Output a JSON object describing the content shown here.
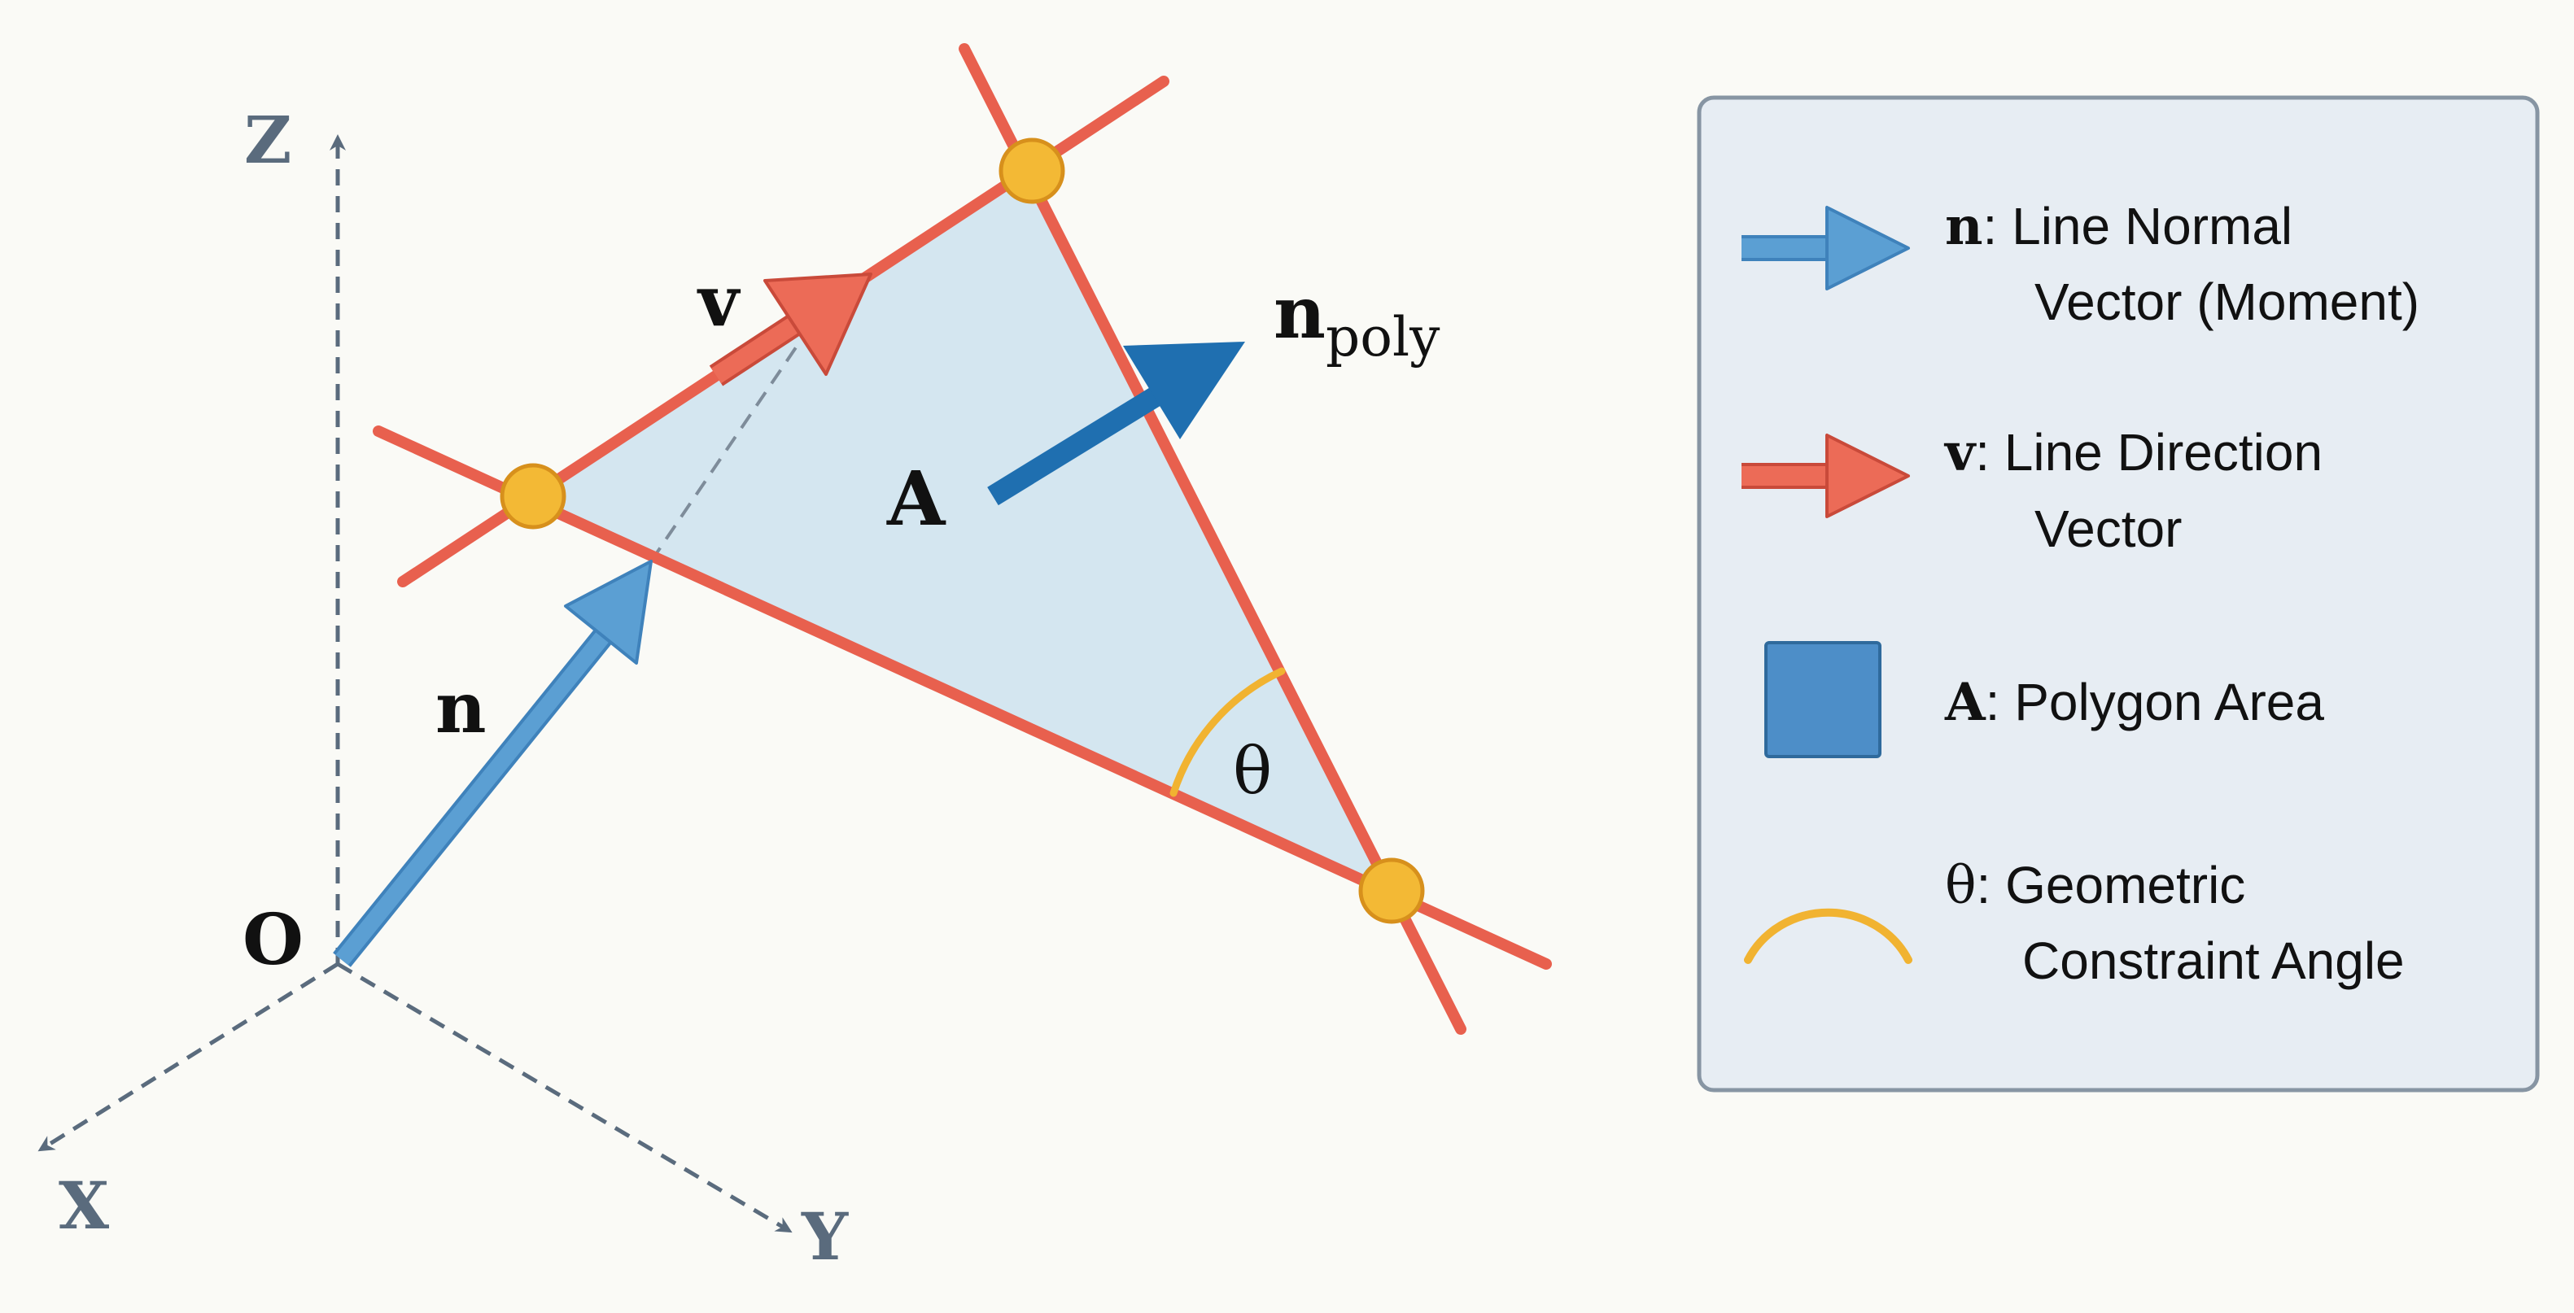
{
  "colors": {
    "background": "#fafaf6",
    "axis": "#5a6b7d",
    "line_red": "#e8604e",
    "line_red_dark": "#c94a3a",
    "polygon_fill": "#cfe3ef",
    "normal_blue": "#5b9fd3",
    "poly_normal_blue": "#1f6fb0",
    "vertex": "#f3b935",
    "vertex_stroke": "#d7901c",
    "angle_arc": "#f1b331",
    "legend_bg": "#e7edf3",
    "legend_border": "#8795a3",
    "legend_square": "#4d8ec8",
    "text": "#111111"
  },
  "diagram": {
    "axis_z": "Z",
    "axis_x": "X",
    "axis_y": "Y",
    "origin": "O",
    "label_n": "n",
    "label_v": "v",
    "label_A": "A",
    "label_npoly_base": "n",
    "label_npoly_sub": "poly",
    "label_theta": "θ"
  },
  "legend": {
    "items": [
      {
        "key": "n",
        "line1": ": Line Normal",
        "line2": "Vector (Moment)"
      },
      {
        "key": "v",
        "line1": ": Line Direction",
        "line2": "Vector"
      },
      {
        "key": "A",
        "line1": ": Polygon Area",
        "line2": ""
      },
      {
        "key": "θ",
        "line1": ": Geometric",
        "line2": "Constraint Angle"
      }
    ]
  }
}
